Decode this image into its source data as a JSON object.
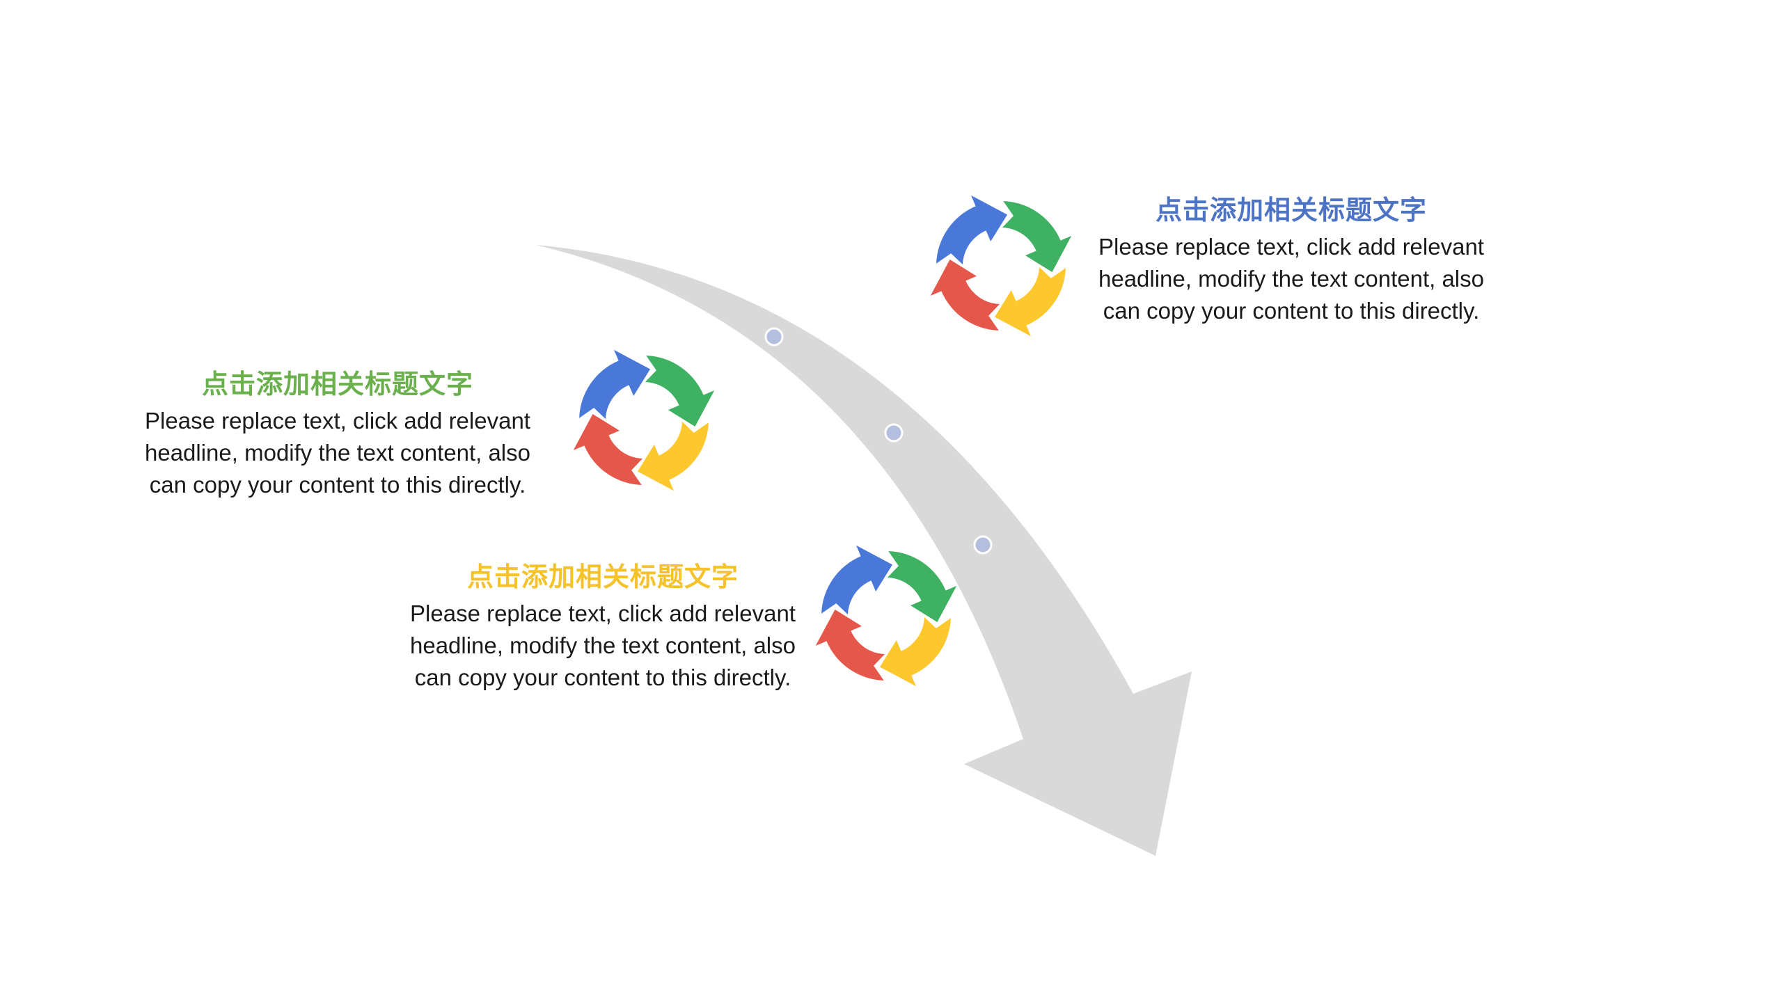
{
  "slide": {
    "arrow_color": "#d9d9d9",
    "dot_color": "#b4bfe0",
    "dot_stroke": "#ffffff"
  },
  "cycle_colors": {
    "blue": "#4a78d8",
    "green": "#3fb163",
    "yellow": "#fdc72e",
    "red": "#e5574a"
  },
  "blocks": [
    {
      "id": "top-right",
      "title": "点击添加相关标题文字",
      "title_color": "#4d74c4",
      "body": "Please replace text, click add relevant headline, modify the text content, also can copy your content to this directly."
    },
    {
      "id": "middle-left",
      "title": "点击添加相关标题文字",
      "title_color": "#6ab04c",
      "body": "Please replace text, click add relevant headline, modify the text content, also can copy your content to this directly."
    },
    {
      "id": "bottom",
      "title": "点击添加相关标题文字",
      "title_color": "#f5c22c",
      "body": "Please replace text, click add relevant headline, modify the text content, also can copy your content to this directly."
    }
  ]
}
